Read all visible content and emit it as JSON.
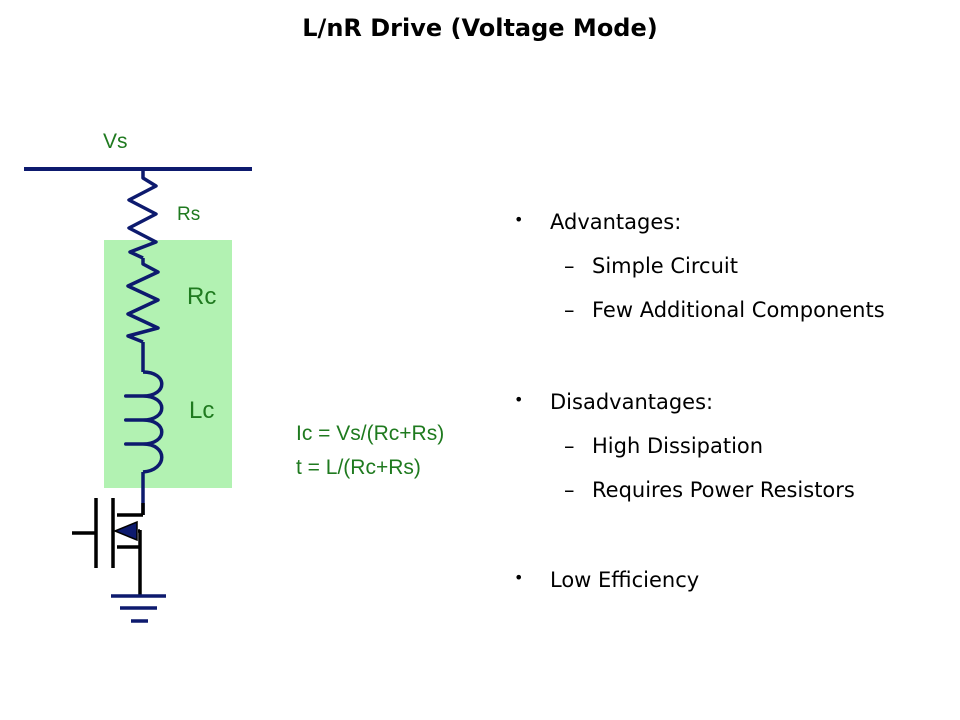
{
  "title": "L/nR Drive (Voltage Mode)",
  "circuit": {
    "labels": {
      "supply": "Vs",
      "series_resistor": "Rs",
      "coil_resistance": "Rc",
      "coil_inductance": "Lc"
    },
    "equations": [
      "Ic = Vs/(Rc+Rs)",
      "t = L/(Rc+Rs)"
    ],
    "colors": {
      "wire": "#0d1a6e",
      "coil_box": "#b2f2b2",
      "label": "#1f7a1f",
      "transistor": "#000000"
    }
  },
  "bullets": {
    "advantages": {
      "label": "Advantages:",
      "items": [
        "Simple Circuit",
        "Few Additional Components"
      ]
    },
    "disadvantages": {
      "label": "Disadvantages:",
      "items": [
        "High Dissipation",
        "Requires Power Resistors"
      ]
    },
    "other": {
      "label": "Low Efficiency"
    },
    "bullet_glyph": "•",
    "dash_glyph": "–"
  }
}
